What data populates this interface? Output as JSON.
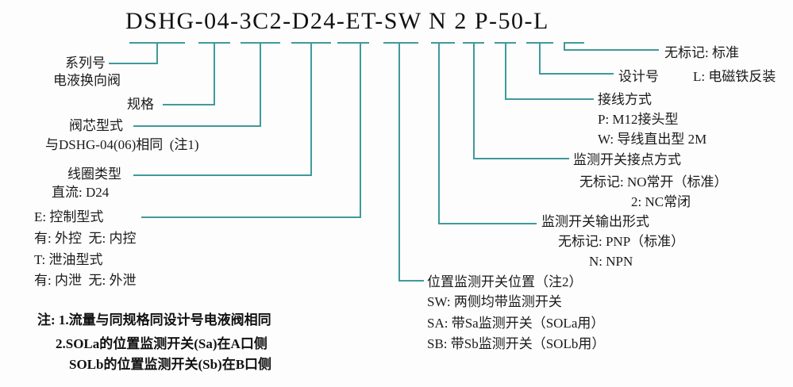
{
  "colors": {
    "connector_line": "#3f9a9a",
    "text": "#1a1a1a"
  },
  "model_code": {
    "title": "DSHG-04-3C2-D24-ET-SW N 2 P-50-L"
  },
  "left_column": {
    "items": [
      {
        "text": "系列号"
      },
      {
        "text": "电液换向阀"
      },
      {
        "text": "规格"
      },
      {
        "text": "阀芯型式"
      },
      {
        "text": "与DSHG-04(06)相同  (注1)"
      },
      {
        "text": "线圈类型"
      },
      {
        "text": "直流: D24"
      },
      {
        "text": "E: 控制型式"
      },
      {
        "text": "有: 外控  无: 内控"
      },
      {
        "text": "T: 泄油型式"
      },
      {
        "text": "有: 内泄  无: 外泄"
      }
    ]
  },
  "right_column": {
    "items": [
      {
        "text": "无标记: 标准"
      },
      {
        "text": "设计号"
      },
      {
        "text": "L: 电磁铁反装"
      },
      {
        "text": "接线方式"
      },
      {
        "text": "P: M12接头型"
      },
      {
        "text": "W: 导线直出型 2M"
      },
      {
        "text": "监测开关接点方式"
      },
      {
        "text": "无标记: NO常开（标准）"
      },
      {
        "text": "2: NC常闭"
      },
      {
        "text": "监测开关输出形式"
      },
      {
        "text": "无标记: PNP（标准）"
      },
      {
        "text": "N: NPN"
      }
    ]
  },
  "switch_position_block": {
    "items": [
      {
        "text": "位置监测开关位置（注2）"
      },
      {
        "text": "SW: 两侧均带监测开关"
      },
      {
        "text": "SA: 带Sa监测开关（SOLa用）"
      },
      {
        "text": "SB: 带Sb监测开关（SOLb用）"
      }
    ]
  },
  "notes": {
    "items": [
      {
        "text": "注: 1.流量与同规格同设计号电液阀相同"
      },
      {
        "text": "2.SOLa的位置监测开关(Sa)在A口侧"
      },
      {
        "text": "SOLb的位置监测开关(Sb)在B口侧"
      }
    ]
  }
}
